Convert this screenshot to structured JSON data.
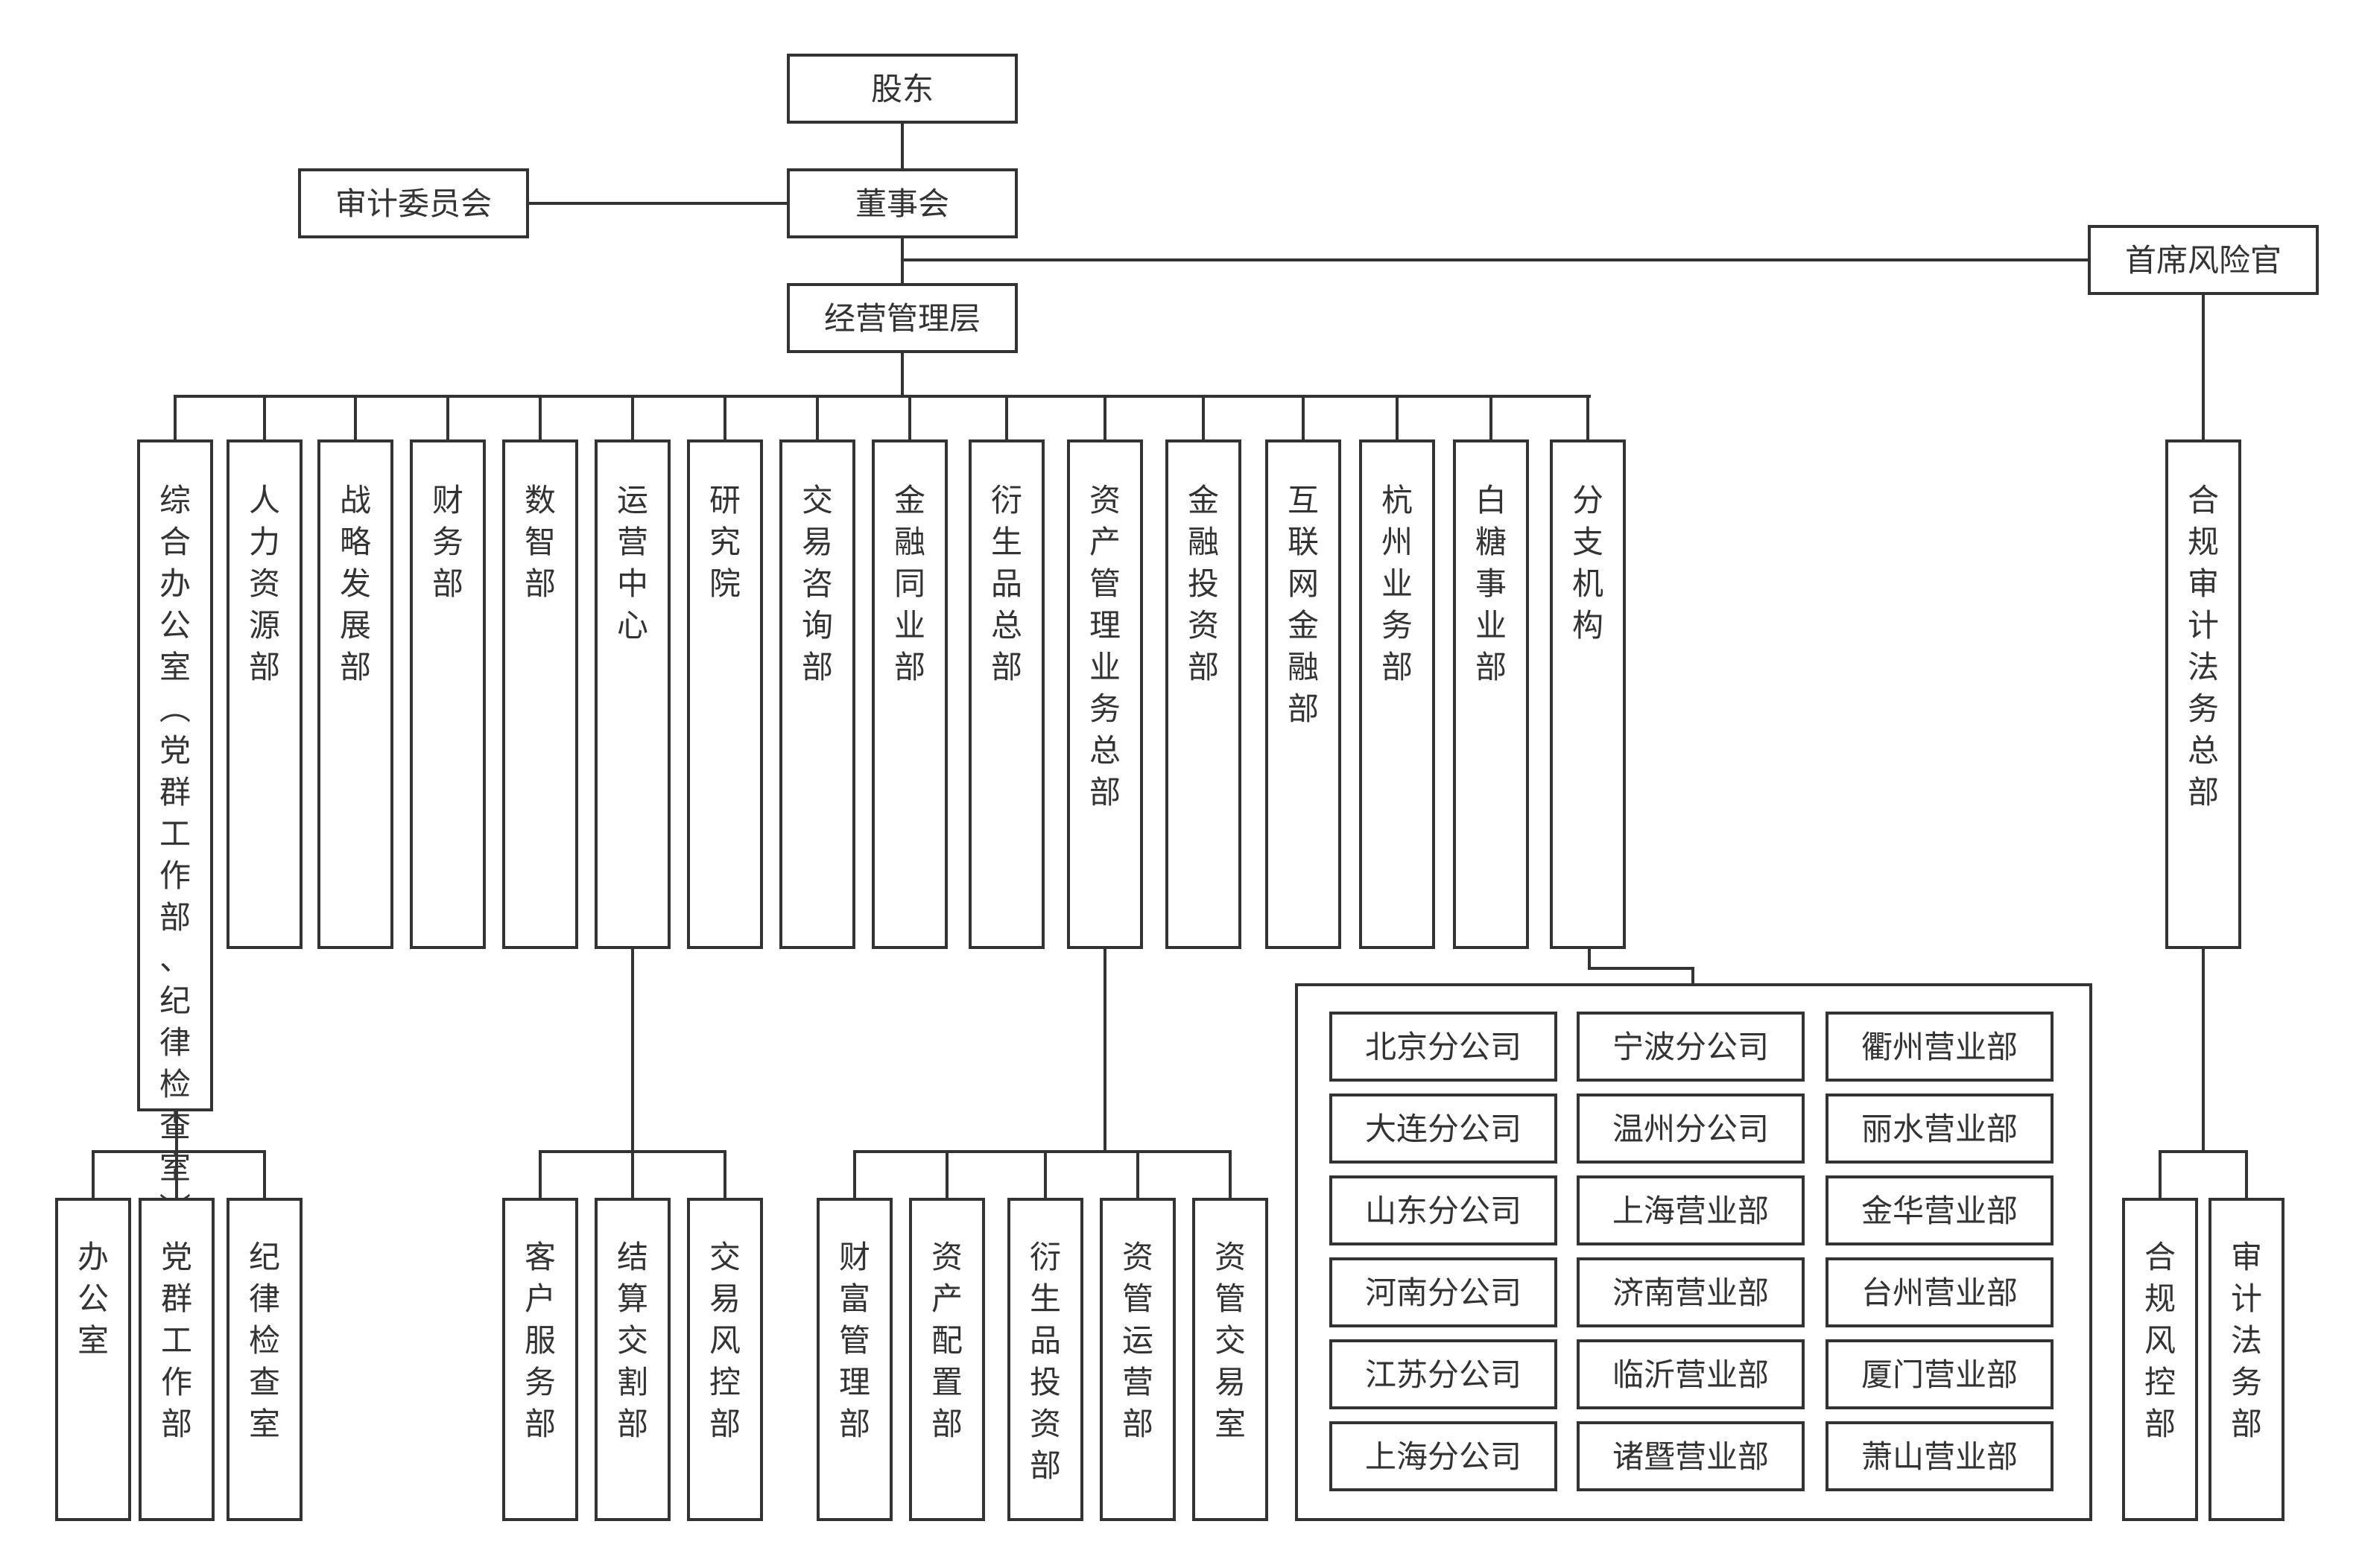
{
  "colors": {
    "line": "#333333",
    "text": "#333333",
    "box_fill": "#ffffff"
  },
  "top": {
    "shareholders": "股东",
    "board": "董事会",
    "audit_committee": "审计委员会",
    "management": "经营管理层",
    "cro": "首席风险官"
  },
  "departments": [
    "综合办公室（党群工作部、纪律检查室）",
    "人力资源部",
    "战略发展部",
    "财务部",
    "数智部",
    "运营中心",
    "研究院",
    "交易咨询部",
    "金融同业部",
    "衍生品总部",
    "资产管理业务总部",
    "金融投资部",
    "互联网金融部",
    "杭州业务部",
    "白糖事业部",
    "分支机构"
  ],
  "compliance_dept": "合规审计法务总部",
  "sub_units": {
    "office": [
      "办公室",
      "党群工作部",
      "纪律检查室"
    ],
    "operations": [
      "客户服务部",
      "结算交割部",
      "交易风控部"
    ],
    "asset_mgmt": [
      "财富管理部",
      "资产配置部",
      "衍生品投资部",
      "资管运营部",
      "资管交易室"
    ],
    "compliance": [
      "合规风控部",
      "审计法务部"
    ]
  },
  "branches": [
    [
      "北京分公司",
      "宁波分公司",
      "衢州营业部"
    ],
    [
      "大连分公司",
      "温州分公司",
      "丽水营业部"
    ],
    [
      "山东分公司",
      "上海营业部",
      "金华营业部"
    ],
    [
      "河南分公司",
      "济南营业部",
      "台州营业部"
    ],
    [
      "江苏分公司",
      "临沂营业部",
      "厦门营业部"
    ],
    [
      "上海分公司",
      "诸暨营业部",
      "萧山营业部"
    ]
  ]
}
